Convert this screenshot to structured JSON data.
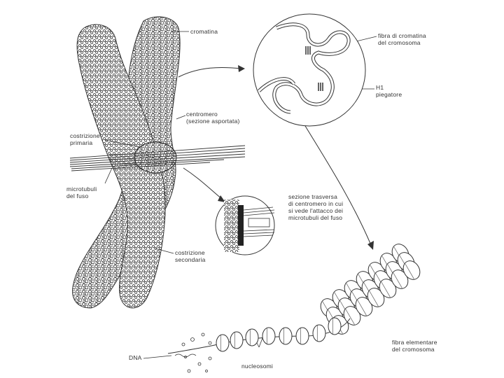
{
  "labels": {
    "cromatina": "cromatina",
    "fibra": [
      "fibra di cromatina",
      "del cromosoma"
    ],
    "h1": [
      "H1",
      "piegatore"
    ],
    "centromero": [
      "centromero",
      "(sezione asportata)"
    ],
    "costrizione_primaria": [
      "costrizione",
      "primaria"
    ],
    "microtubuli": [
      "microtubuli",
      "del fuso"
    ],
    "sezione_trasversa": [
      "sezione trasversa",
      "di centromero in cui",
      "si vede l'attacco dei",
      "microtubuli del fuso"
    ],
    "costrizione_secondaria": [
      "costrizione",
      "secondaria"
    ],
    "fibra_elementare": [
      "fibra elementare",
      "del cromosoma"
    ],
    "dna": "DNA",
    "nucleosomi": "nucleosomi"
  },
  "colors": {
    "ink": "#2a2a2a",
    "background": "#ffffff"
  }
}
